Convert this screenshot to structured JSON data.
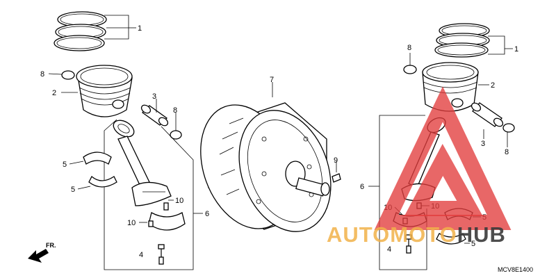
{
  "labels": {
    "l1": "1",
    "l2": "2",
    "l3": "3",
    "l4": "4",
    "l5a": "5",
    "l5b": "5",
    "l6": "6",
    "l7": "7",
    "l8a": "8",
    "l8b": "8",
    "l9": "9",
    "l10a": "10",
    "l10b": "10",
    "r1": "1",
    "r2": "2",
    "r3": "3",
    "r4": "4",
    "r5a": "5",
    "r5b": "5",
    "r6": "6",
    "r8a": "8",
    "r8b": "8",
    "r10a": "10",
    "r10b": "10"
  },
  "front_marker": "FR.",
  "diagram_code": "MCV8E1400",
  "watermark": {
    "part1": "AUTO",
    "part2": "MOTO",
    "part3": "HUB"
  },
  "colors": {
    "watermark_red": "#e23c3c",
    "watermark_orange": "#f2b24a",
    "watermark_gray": "#3a3a3a"
  }
}
